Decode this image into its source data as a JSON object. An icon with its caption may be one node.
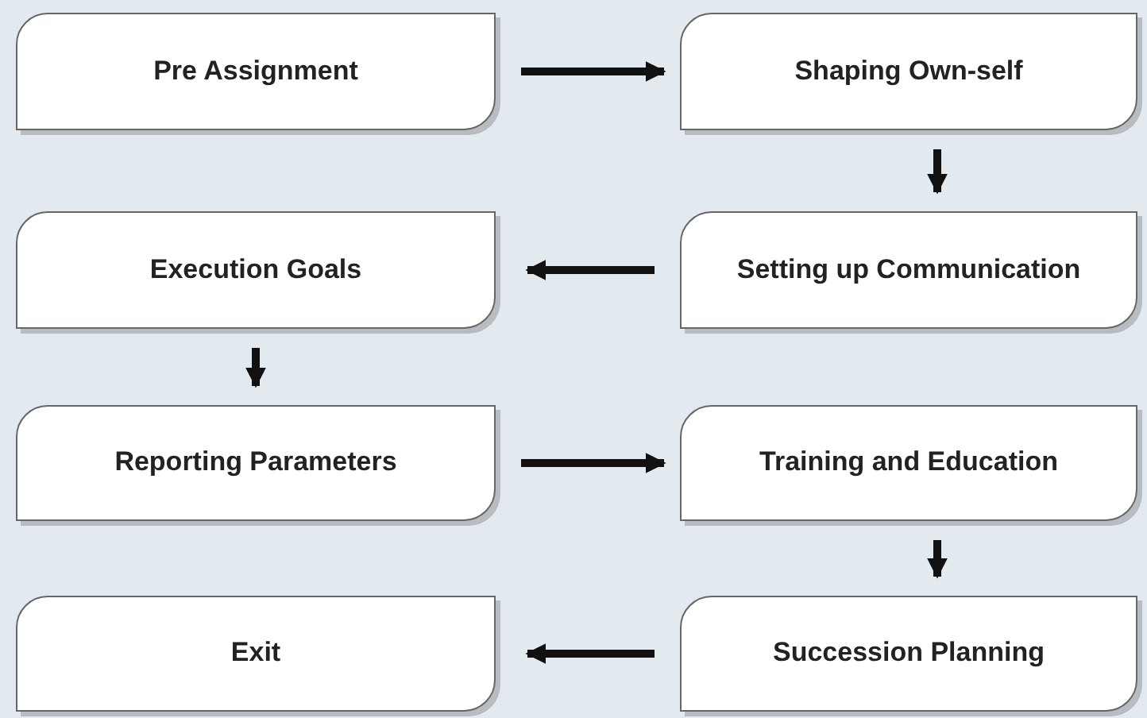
{
  "diagram": {
    "nodes": [
      {
        "text": [
          "Pre Assignment"
        ]
      },
      {
        "text": [
          "Shaping Own-self"
        ]
      },
      {
        "text": [
          "Setting up Communication"
        ]
      },
      {
        "text": [
          "Execution Goals"
        ]
      },
      {
        "text": [
          "Reporting Parameters"
        ]
      },
      {
        "text": [
          "Training and Education"
        ]
      },
      {
        "text": [
          "Succession Planning"
        ]
      },
      {
        "text": [
          "Exit"
        ]
      }
    ],
    "edges": [
      {
        "from": 0,
        "to": 1,
        "arrow": "to"
      },
      {
        "from": 1,
        "to": 2,
        "arrow": "to"
      },
      {
        "from": 2,
        "to": 3,
        "arrow": "to"
      },
      {
        "from": 3,
        "to": 4,
        "arrow": "to"
      },
      {
        "from": 4,
        "to": 5,
        "arrow": "to"
      },
      {
        "from": 5,
        "to": 6,
        "arrow": "to"
      },
      {
        "from": 6,
        "to": 7,
        "arrow": "to"
      }
    ]
  }
}
